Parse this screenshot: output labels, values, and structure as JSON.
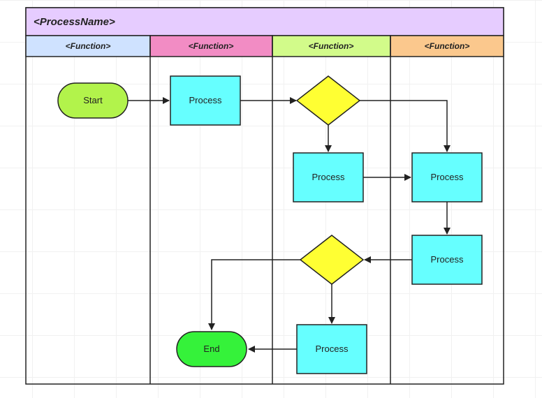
{
  "title": "<ProcessName>",
  "lanes": [
    {
      "label": "<Function>",
      "color": "#cfe2ff"
    },
    {
      "label": "<Function>",
      "color": "#f28cc4"
    },
    {
      "label": "<Function>",
      "color": "#d2fb8a"
    },
    {
      "label": "<Function>",
      "color": "#fbc88d"
    }
  ],
  "colors": {
    "title_bg": "#e6ccff",
    "start_fill": "#b2f34b",
    "end_fill": "#35f23a",
    "process_fill": "#66ffff",
    "decision_fill": "#ffff33",
    "stroke": "#222222"
  },
  "nodes": {
    "start": "Start",
    "process_1": "Process",
    "process_2": "Process",
    "process_3": "Process",
    "process_4": "Process",
    "process_5": "Process",
    "end": "End"
  }
}
